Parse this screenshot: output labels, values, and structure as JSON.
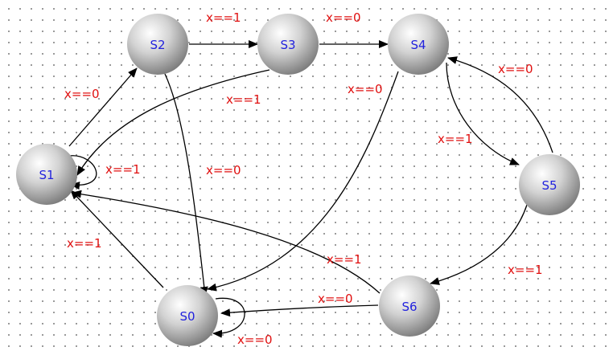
{
  "colors": {
    "state_label": "#2222dd",
    "edge_label": "#e01010",
    "edge": "#000000",
    "grid_dots": "#8a8a8a"
  },
  "states": [
    {
      "id": "S0",
      "label": "S0"
    },
    {
      "id": "S1",
      "label": "S1"
    },
    {
      "id": "S2",
      "label": "S2"
    },
    {
      "id": "S3",
      "label": "S3"
    },
    {
      "id": "S4",
      "label": "S4"
    },
    {
      "id": "S5",
      "label": "S5"
    },
    {
      "id": "S6",
      "label": "S6"
    }
  ],
  "transitions": [
    {
      "from": "S1",
      "to": "S2",
      "label": "x==0"
    },
    {
      "from": "S2",
      "to": "S3",
      "label": "x==1"
    },
    {
      "from": "S3",
      "to": "S4",
      "label": "x==0"
    },
    {
      "from": "S3",
      "to": "S1",
      "label": "x==1"
    },
    {
      "from": "S2",
      "to": "S0",
      "label": "x==0"
    },
    {
      "from": "S4",
      "to": "S0",
      "label": "x==0"
    },
    {
      "from": "S5",
      "to": "S4",
      "label": "x==0"
    },
    {
      "from": "S4",
      "to": "S5",
      "label": "x==1"
    },
    {
      "from": "S1",
      "to": "S1",
      "label": "x==1"
    },
    {
      "from": "S0",
      "to": "S1",
      "label": "x==1"
    },
    {
      "from": "S6",
      "to": "S1",
      "label": "x==1"
    },
    {
      "from": "S5",
      "to": "S6",
      "label": "x==1"
    },
    {
      "from": "S6",
      "to": "S0",
      "label": "x==0"
    },
    {
      "from": "S0",
      "to": "S0",
      "label": "x==0"
    }
  ]
}
